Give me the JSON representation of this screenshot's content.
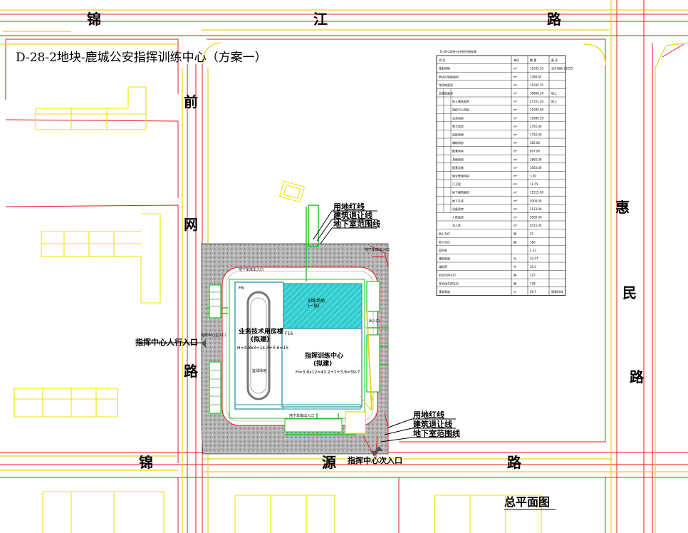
{
  "title": "D-28-2地块-鹿城公安指挥训练中心（方案一）",
  "roads": {
    "north": [
      "锦",
      "江",
      "路"
    ],
    "south": [
      "锦",
      "源",
      "路"
    ],
    "west": [
      "前",
      "网",
      "路"
    ],
    "east": [
      "惠",
      "民",
      "路"
    ]
  },
  "legend_top": [
    "用地红线",
    "建筑退让线",
    "地下室范围线"
  ],
  "legend_bottom": [
    "用地红线",
    "建筑退让线",
    "地下室范围线"
  ],
  "buildings": {
    "left": {
      "tag": "F8",
      "name": "业务技术用房楼",
      "status": "(拟建)",
      "height": "H=4.8x3=14.4+0.6=15",
      "court": "篮球场地"
    },
    "right": {
      "tag": "F16",
      "name": "指挥训练中心",
      "status": "(拟建)",
      "height": "H=3.6x12=43.2+1+3.6=59.7"
    },
    "hatched": "训练场地\n(一层)"
  },
  "entrances": {
    "main_pedestrian": "指挥中心人行入口",
    "secondary": "指挥中心次入口",
    "west_small": "指挥中心主入口",
    "parking_top": "地下车库出入口",
    "parking_bottom": "地下车库出入口",
    "entry_right": "出入口",
    "ramp": "地下车库出入口"
  },
  "plan_label": "总平面图",
  "table": {
    "title": "D-28-2地块-技术经济指标表",
    "header": [
      "项 目",
      "单位",
      "数 量",
      "备 注"
    ],
    "rows": [
      [
        "规划用地",
        "m²",
        "11035.35",
        "合计用地 11035"
      ],
      [
        "地块内道路面积",
        "m²",
        "1380.65",
        ""
      ],
      [
        "净用地面积",
        "m²",
        "11035.35",
        ""
      ],
      [
        "总建筑面积",
        "m²",
        "39806.16",
        "地上"
      ],
      [
        "地上建筑面积",
        "m²",
        "25721.30",
        "地上"
      ],
      [
        "指挥中心用房",
        "m²",
        "21000.00",
        ""
      ],
      [
        "业务用房",
        "m²",
        "11980.50",
        ""
      ],
      [
        "警犬用房",
        "m²",
        "2765.00",
        ""
      ],
      [
        "训练场地",
        "m²",
        "1750.00",
        ""
      ],
      [
        "辅助用房",
        "m²",
        "385.00",
        ""
      ],
      [
        "配套用房",
        "m²",
        "697.00",
        ""
      ],
      [
        "其他用房",
        "m²",
        "1865.00",
        ""
      ],
      [
        "配套设施",
        "m²",
        "1083.00",
        ""
      ],
      [
        "物业管理用房",
        "m²",
        "3.00",
        ""
      ],
      [
        "门卫室",
        "m²",
        "11.55",
        ""
      ],
      [
        "地下建筑面积",
        "m²",
        "11515.00",
        ""
      ],
      [
        "地下车库",
        "m²",
        "9304.00",
        ""
      ],
      [
        "设备用房",
        "m²",
        "2113.00",
        ""
      ],
      [
        "人防面积",
        "m²",
        "5000.00",
        ""
      ],
      [
        "非人防",
        "m²",
        "6515.00",
        ""
      ],
      [
        "地上车位",
        "辆",
        "42",
        ""
      ],
      [
        "地下车位",
        "辆",
        "180",
        ""
      ],
      [
        "容积率",
        "",
        "2.33",
        ""
      ],
      [
        "建筑密度",
        "%",
        "33.47",
        ""
      ],
      [
        "绿地率",
        "%",
        "20.0",
        ""
      ],
      [
        "机动车停车位",
        "辆",
        "222",
        ""
      ],
      [
        "非机动车停车位",
        "辆",
        "438",
        ""
      ],
      [
        "建筑高度",
        "m",
        "59.7",
        "限高60米"
      ]
    ]
  }
}
